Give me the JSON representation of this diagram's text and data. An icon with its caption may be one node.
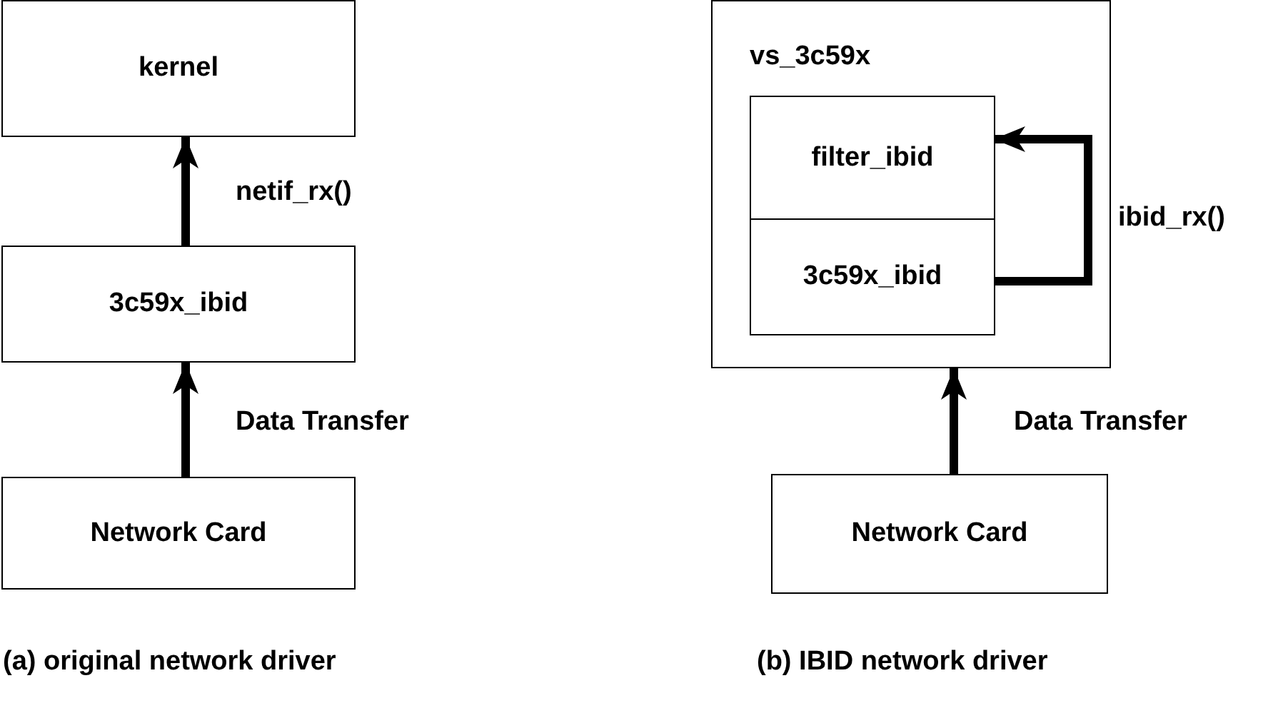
{
  "diagram": {
    "nodes": [
      {
        "text": [
          "kernel"
        ]
      },
      {
        "text": [
          "3c59x_ibid"
        ]
      },
      {
        "text": [
          "Network Card"
        ]
      },
      {
        "text": [
          "vs_3c59x"
        ]
      },
      {
        "text": [
          "filter_ibid"
        ],
        "in": 3
      },
      {
        "text": [
          "3c59x_ibid"
        ],
        "in": 3
      },
      {
        "text": [
          "Network Card"
        ]
      }
    ],
    "edges": [
      {
        "from": 1,
        "to": 0,
        "arrow": "to",
        "label": "netif_rx()"
      },
      {
        "from": 2,
        "to": 1,
        "arrow": "to",
        "label": "Data Transfer"
      },
      {
        "from": 5,
        "to": 4,
        "arrow": "to",
        "label": "ibid_rx()"
      },
      {
        "from": 6,
        "to": 3,
        "arrow": "to",
        "label": "Data Transfer"
      }
    ],
    "labels": [
      "(a) original network driver",
      "(b) IBID network driver"
    ]
  }
}
